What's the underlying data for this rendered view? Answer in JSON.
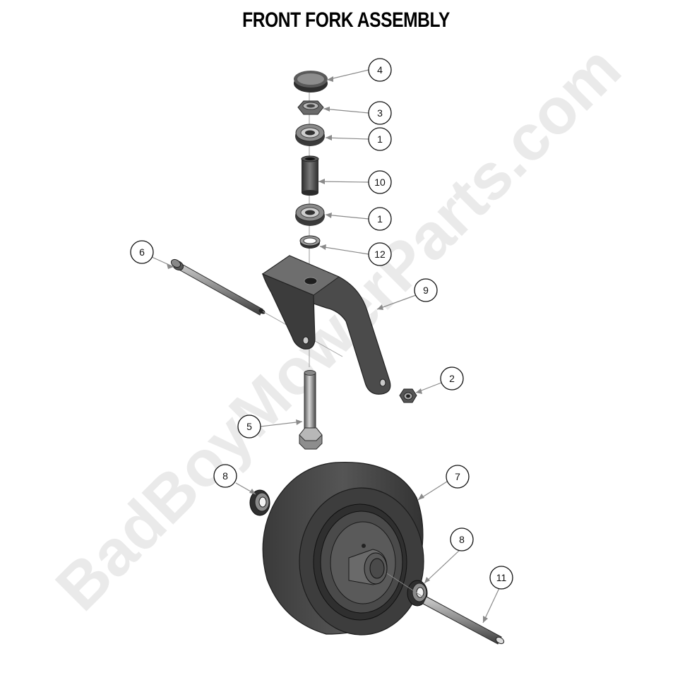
{
  "title": "FRONT FORK ASSEMBLY",
  "watermark": "BadBoyMowerParts.com",
  "colors": {
    "part_dark": "#3f3f3f",
    "part_mid": "#6b6b6b",
    "part_light": "#bdbdbd",
    "leader": "#8a8a8a",
    "watermark": "#d9d9d9"
  },
  "callouts": [
    {
      "id": "c4",
      "label": "4"
    },
    {
      "id": "c3",
      "label": "3"
    },
    {
      "id": "c1a",
      "label": "1"
    },
    {
      "id": "c10",
      "label": "10"
    },
    {
      "id": "c1b",
      "label": "1"
    },
    {
      "id": "c12",
      "label": "12"
    },
    {
      "id": "c6",
      "label": "6"
    },
    {
      "id": "c9",
      "label": "9"
    },
    {
      "id": "c2",
      "label": "2"
    },
    {
      "id": "c5",
      "label": "5"
    },
    {
      "id": "c8a",
      "label": "8"
    },
    {
      "id": "c7",
      "label": "7"
    },
    {
      "id": "c8b",
      "label": "8"
    },
    {
      "id": "c11",
      "label": "11"
    }
  ]
}
